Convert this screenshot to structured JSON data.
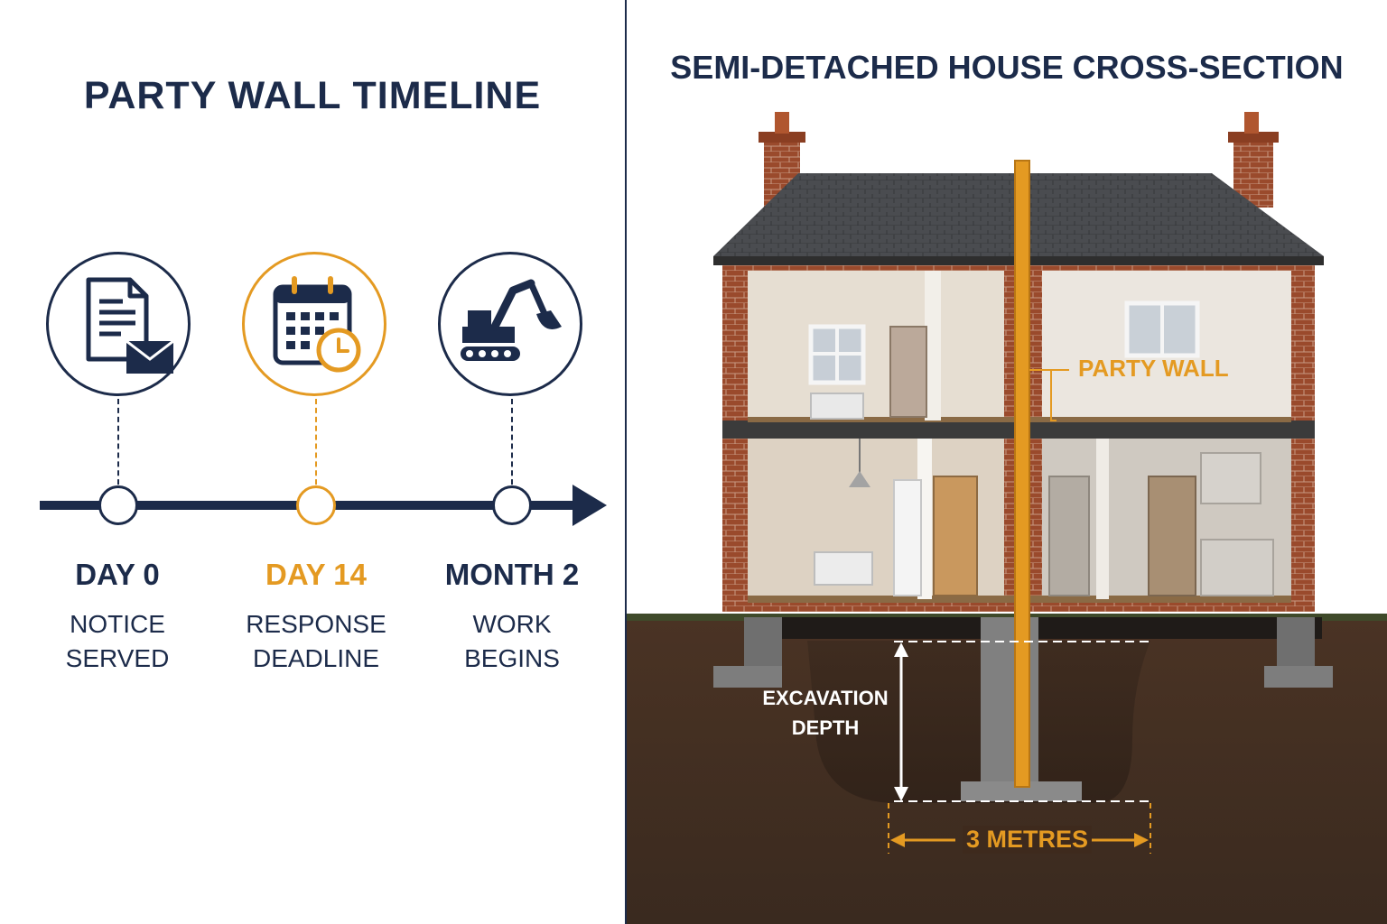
{
  "timeline": {
    "title": "PARTY WALL TIMELINE",
    "milestones": [
      {
        "label": "DAY 0",
        "desc_line1": "NOTICE",
        "desc_line2": "SERVED",
        "icon": "document-envelope-icon",
        "accent": "#1c2b4a"
      },
      {
        "label": "DAY 14",
        "desc_line1": "RESPONSE",
        "desc_line2": "DEADLINE",
        "icon": "calendar-clock-icon",
        "accent": "#e49a22"
      },
      {
        "label": "MONTH 2",
        "desc_line1": "WORK",
        "desc_line2": "BEGINS",
        "icon": "excavator-icon",
        "accent": "#1c2b4a"
      }
    ]
  },
  "cross_section": {
    "title": "SEMI-DETACHED HOUSE CROSS-SECTION",
    "party_wall_label": "PARTY WALL",
    "excavation_label_line1": "EXCAVATION",
    "excavation_label_line2": "DEPTH",
    "distance_label": "3 METRES"
  },
  "colors": {
    "navy": "#1c2b4a",
    "orange": "#e49a22",
    "brick": "#9a4a2c",
    "soil": "#4a3324"
  }
}
